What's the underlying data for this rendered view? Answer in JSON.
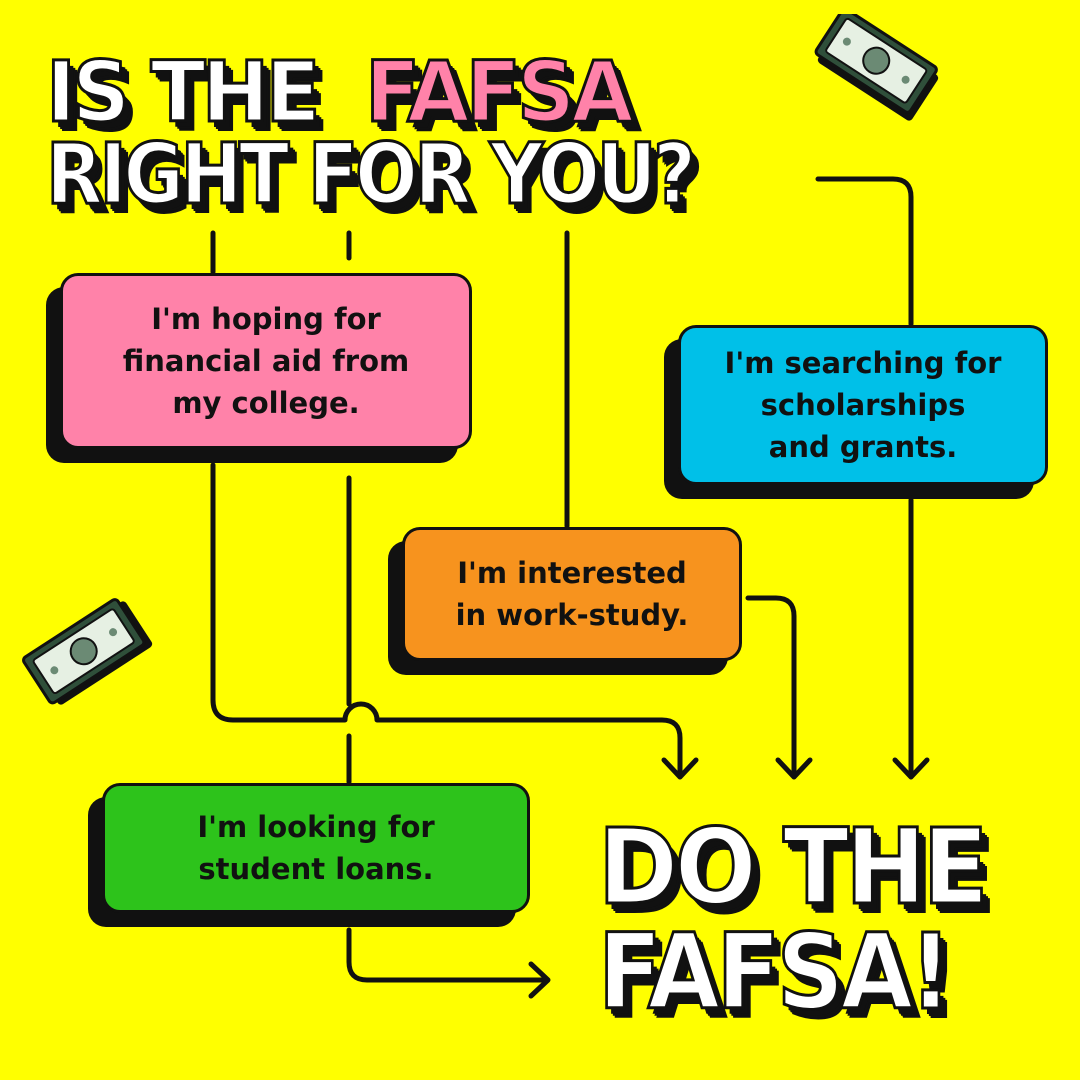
{
  "title": {
    "line1_prefix": "IS THE",
    "line1_highlight": "FAFSA",
    "line2": "RIGHT FOR YOU?"
  },
  "options": {
    "financial_aid": "I'm hoping for\nfinancial aid from\nmy college.",
    "scholarships": "I'm searching for\nscholarships\nand grants.",
    "work_study": "I'm interested\nin work-study.",
    "student_loans": "I'm looking for\nstudent loans."
  },
  "cta": {
    "line1": "DO THE",
    "line2": "FAFSA!"
  },
  "colors": {
    "background": "#FFFF00",
    "pink": "#FF82A9",
    "blue": "#00C0E8",
    "orange": "#F7931E",
    "green": "#2DC31B",
    "ink": "#111111"
  },
  "decorations": [
    "dollar-bill-icon",
    "dollar-bill-icon"
  ]
}
